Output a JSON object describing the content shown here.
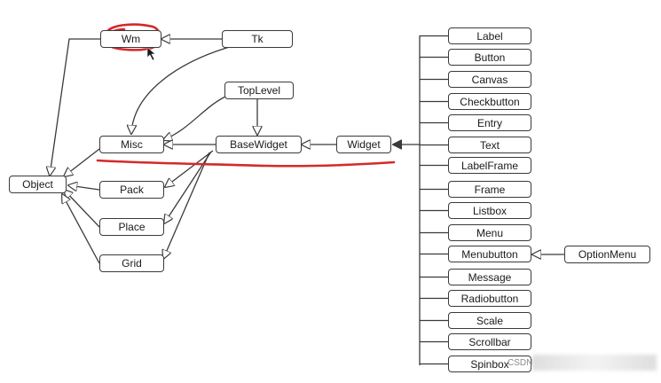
{
  "nodes": {
    "wm": "Wm",
    "tk": "Tk",
    "toplevel": "TopLevel",
    "misc": "Misc",
    "basewidget": "BaseWidget",
    "widget": "Widget",
    "object": "Object",
    "pack": "Pack",
    "place": "Place",
    "grid": "Grid",
    "optionmenu": "OptionMenu"
  },
  "widgets": [
    "Label",
    "Button",
    "Canvas",
    "Checkbutton",
    "Entry",
    "Text",
    "LabelFrame",
    "Frame",
    "Listbox",
    "Menu",
    "Menubutton",
    "Message",
    "Radiobutton",
    "Scale",
    "Scrollbar",
    "Spinbox"
  ],
  "watermark": "CSDN",
  "annotation_color": "#d42a2a",
  "line_color": "#3a3a3a"
}
